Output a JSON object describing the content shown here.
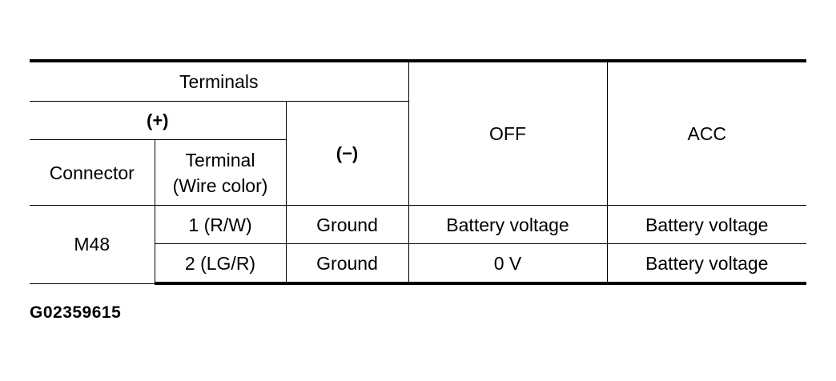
{
  "table": {
    "headers": {
      "terminals": "Terminals",
      "plus": "(+)",
      "minus": "(−)",
      "off": "OFF",
      "acc": "ACC",
      "connector": "Connector",
      "terminal_line1": "Terminal",
      "terminal_line2": "(Wire color)"
    },
    "connector_value": "M48",
    "rows": [
      {
        "terminal": "1 (R/W)",
        "minus": "Ground",
        "off": "Battery voltage",
        "acc": "Battery voltage"
      },
      {
        "terminal": "2 (LG/R)",
        "minus": "Ground",
        "off": "0 V",
        "acc": "Battery voltage"
      }
    ]
  },
  "figure_id": "G02359615"
}
